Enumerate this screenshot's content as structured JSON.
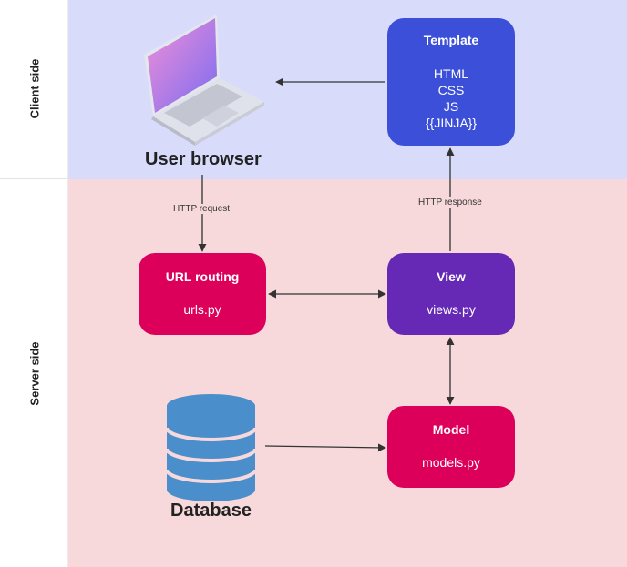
{
  "lanes": {
    "client": "Client side",
    "server": "Server side"
  },
  "nodes": {
    "template": {
      "title": "Template",
      "lines": [
        "HTML",
        "CSS",
        "JS",
        "{{JINJA}}"
      ]
    },
    "url_routing": {
      "title": "URL routing",
      "file": "urls.py"
    },
    "view": {
      "title": "View",
      "file": "views.py"
    },
    "model": {
      "title": "Model",
      "file": "models.py"
    },
    "user_browser": {
      "label": "User browser",
      "icon": "laptop-icon"
    },
    "database": {
      "label": "Database",
      "icon": "database-icon"
    }
  },
  "edges": {
    "http_request": "HTTP request",
    "http_response": "HTTP response"
  },
  "colors": {
    "client_band": "#d8dcfa",
    "server_band": "#f7d9db",
    "template": "#3c4fd8",
    "url_routing": "#dc005a",
    "view": "#6529b5",
    "model": "#dc005a",
    "database": "#4a8ecb"
  }
}
